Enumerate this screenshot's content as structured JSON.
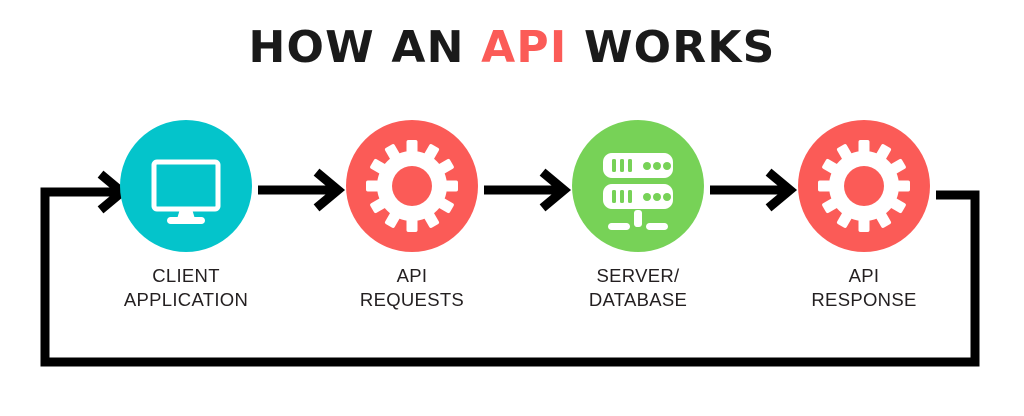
{
  "diagram": {
    "title": {
      "before": "HOW AN ",
      "accent": "API",
      "after": " WORKS",
      "full": "HOW AN API WORKS"
    },
    "colors": {
      "background": "#FFFFFF",
      "title_text": "#1A1A1A",
      "accent_red": "#FB5B57",
      "client_circle": "#04C4CB",
      "request_circle": "#FB5B57",
      "server_circle": "#77D257",
      "response_circle": "#FB5B57",
      "arrow": "#000000",
      "icon": "#FFFFFF",
      "label_text": "#231F20"
    },
    "nodes": [
      {
        "id": "client-application",
        "label": "CLIENT\nAPPLICATION",
        "label_line1": "CLIENT",
        "label_line2": "APPLICATION",
        "icon": "monitor-icon",
        "color": "#04C4CB"
      },
      {
        "id": "api-requests",
        "label": "API\nREQUESTS",
        "label_line1": "API",
        "label_line2": "REQUESTS",
        "icon": "gear-icon",
        "color": "#FB5B57"
      },
      {
        "id": "server-database",
        "label": "SERVER/\nDATABASE",
        "label_line1": "SERVER/",
        "label_line2": "DATABASE",
        "icon": "server-rack-icon",
        "color": "#77D257"
      },
      {
        "id": "api-response",
        "label": "API\nRESPONSE",
        "label_line1": "API",
        "label_line2": "RESPONSE",
        "icon": "gear-icon",
        "color": "#FB5B57"
      }
    ],
    "connectors": [
      {
        "id": "arrow-client-to-request",
        "from": "client-application",
        "to": "api-requests",
        "direction": "right"
      },
      {
        "id": "arrow-request-to-server",
        "from": "api-requests",
        "to": "server-database",
        "direction": "right"
      },
      {
        "id": "arrow-server-to-response",
        "from": "server-database",
        "to": "api-response",
        "direction": "right"
      },
      {
        "id": "feedback-loop",
        "from": "api-response",
        "to": "client-application",
        "direction": "loop-bottom"
      }
    ]
  }
}
